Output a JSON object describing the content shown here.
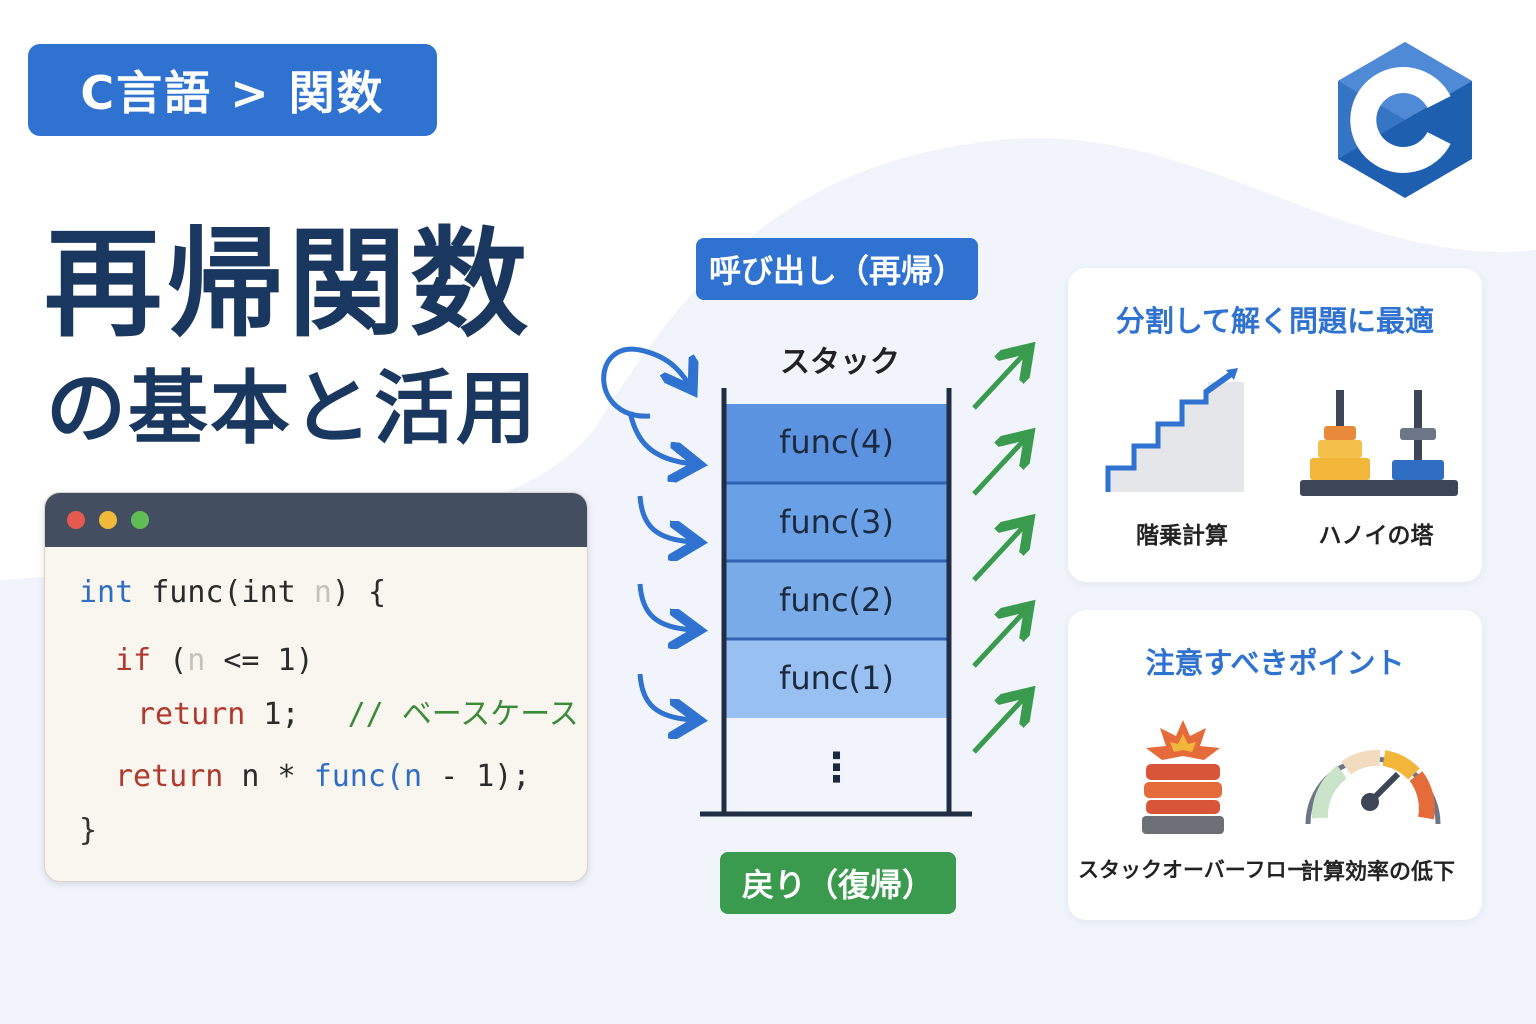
{
  "badge": "C言語 > 関数",
  "title": {
    "main": "再帰関数",
    "sub": "の基本と活用"
  },
  "logo_icon": "c-language-hex-icon",
  "code": {
    "line1": {
      "a": "int",
      "b": " func(int ",
      "c": "n",
      "d": ") {"
    },
    "line2": {
      "a": "if",
      "b": " (",
      "c": "n",
      "d": " <= 1)"
    },
    "line3": {
      "a": "return",
      "b": " 1;",
      "c": "// ベースケース"
    },
    "line4": {
      "a": "return",
      "b": " n * ",
      "c": "func(n",
      "d": " - 1);"
    },
    "line5": "}"
  },
  "stack": {
    "call_label": "呼び出し（再帰）",
    "stack_label": "スタック",
    "frames": [
      "func(4)",
      "func(3)",
      "func(2)",
      "func(1)"
    ],
    "ellipsis": "⋮",
    "return_label": "戻り（復帰）"
  },
  "cards": {
    "top": {
      "title": "分割して解く問題に最適",
      "items": [
        {
          "label": "階乗計算",
          "icon": "staircase-icon"
        },
        {
          "label": "ハノイの塔",
          "icon": "tower-of-hanoi-icon"
        }
      ]
    },
    "bottom": {
      "title": "注意すべきポイント",
      "items": [
        {
          "label": "スタックオーバーフロー",
          "icon": "stack-overflow-explosion-icon"
        },
        {
          "label": "計算効率の低下",
          "icon": "speedometer-icon"
        }
      ]
    }
  },
  "colors": {
    "accent_blue": "#2f72cf",
    "title_navy": "#1a3760",
    "return_green": "#3a9b4e",
    "frame_blue": "#5b93e0"
  }
}
